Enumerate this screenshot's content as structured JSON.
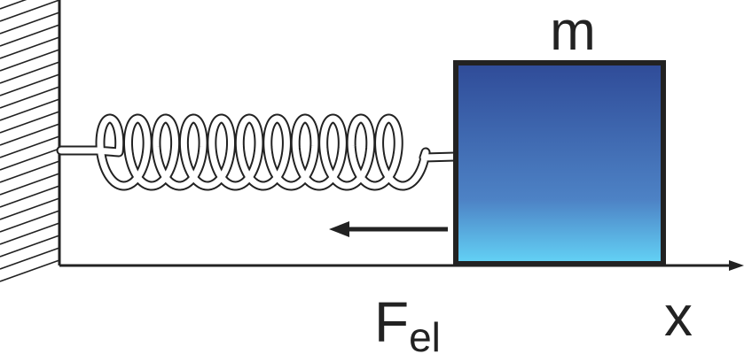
{
  "diagram": {
    "mass_label": "m",
    "force_label_main": "F",
    "force_label_sub": "el",
    "axis_label": "x"
  },
  "colors": {
    "ink": "#222222",
    "block_top": "#2f4b98",
    "block_mid": "#4d82c5",
    "block_bottom": "#63d3f6",
    "spring_fill": "#ffffff"
  },
  "icons": {
    "wall": "hatched-wall-icon",
    "spring": "coil-spring-icon",
    "force_arrow": "left-arrow-icon",
    "axis_arrow": "right-arrowhead-icon"
  }
}
